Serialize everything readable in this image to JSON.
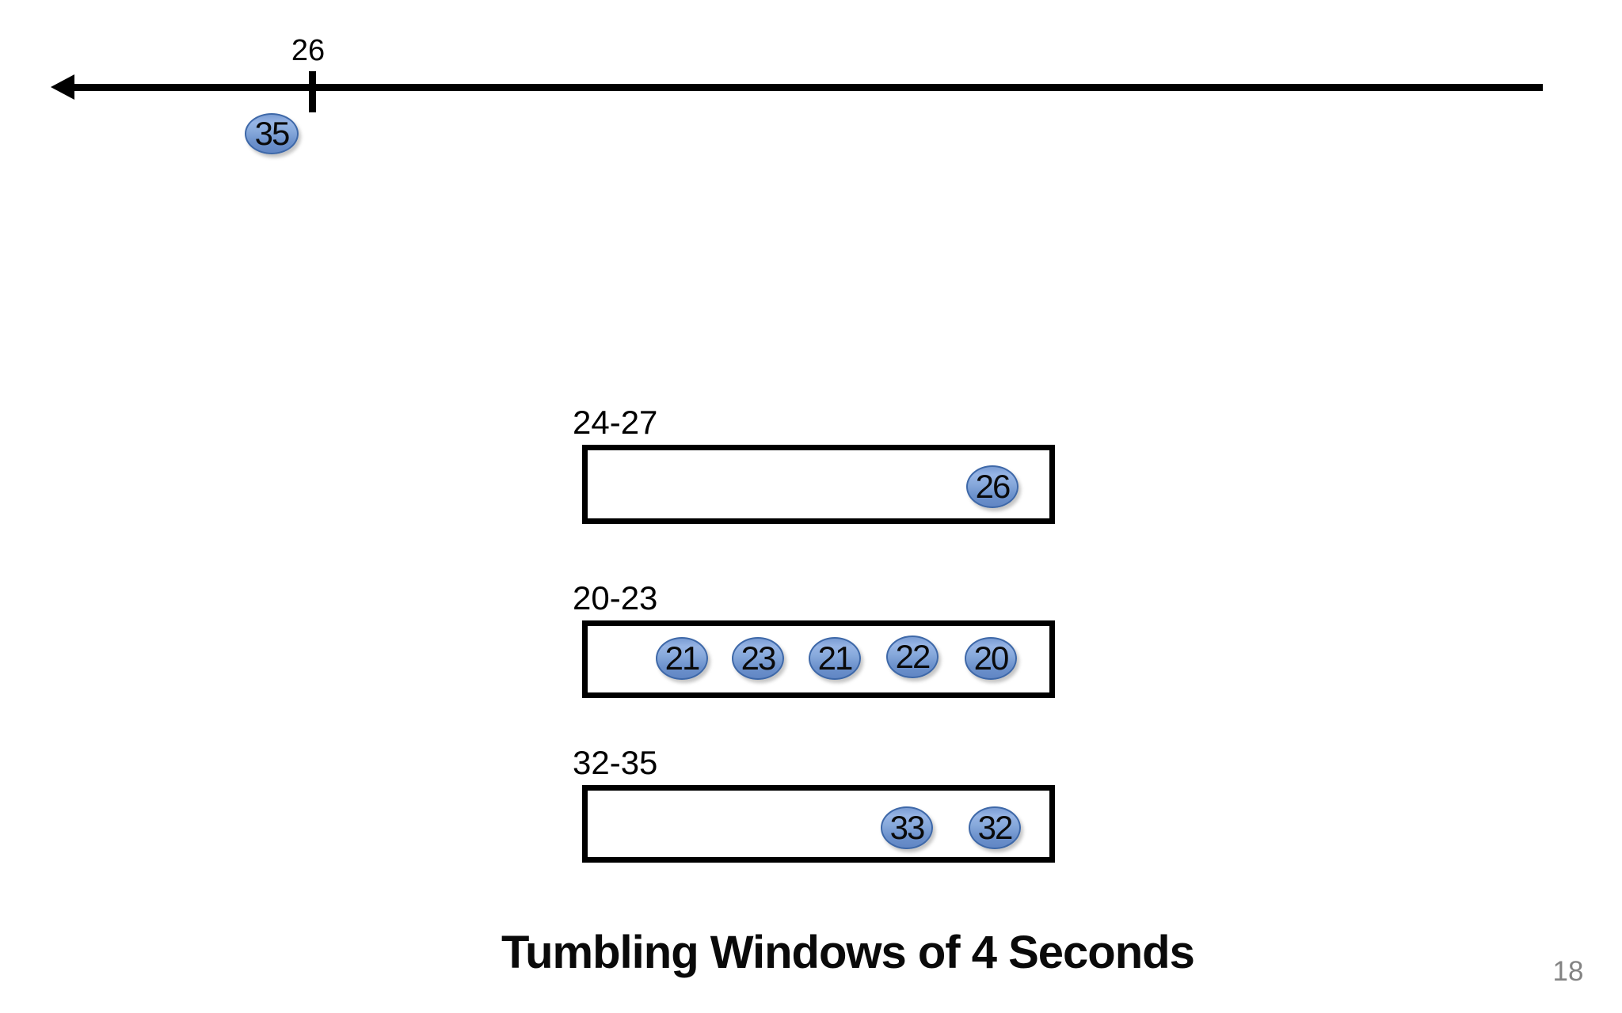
{
  "title": "Tumbling Windows of 4 Seconds",
  "page_number": "18",
  "timeline": {
    "tick_label": "26",
    "event_label": "35"
  },
  "windows": [
    {
      "label": "24-27",
      "events": [
        "26"
      ]
    },
    {
      "label": "20-23",
      "events": [
        "21",
        "23",
        "21",
        "22",
        "20"
      ]
    },
    {
      "label": "32-35",
      "events": [
        "33",
        "32"
      ]
    }
  ],
  "colors": {
    "event_fill_light": "#97b5e5",
    "event_fill_dark": "#6186c4",
    "event_border": "#3e68a8",
    "line_color": "#000000",
    "page_number_color": "#838383"
  }
}
